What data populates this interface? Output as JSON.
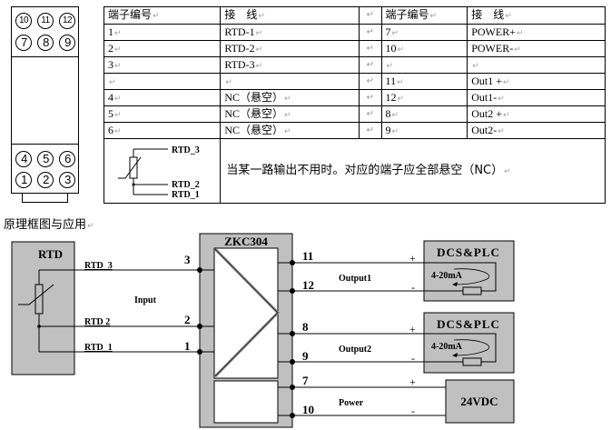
{
  "module": {
    "top_pins_row1": [
      "10",
      "11",
      "12"
    ],
    "top_pins_row2": [
      "7",
      "8",
      "9"
    ],
    "bottom_pins_row1": [
      "4",
      "5",
      "6"
    ],
    "bottom_pins_row2": [
      "1",
      "2",
      "3"
    ]
  },
  "table": {
    "headers": {
      "terminal_no": "端子编号",
      "wiring": "接　线"
    },
    "paragraph_mark": "↵",
    "rows": [
      {
        "left_no": "1",
        "left_wiring": "RTD-1",
        "right_no": "7",
        "right_wiring": "POWER+"
      },
      {
        "left_no": "2",
        "left_wiring": "RTD-2",
        "right_no": "10",
        "right_wiring": "POWER-"
      },
      {
        "left_no": "3",
        "left_wiring": "RTD-3",
        "right_no": "",
        "right_wiring": ""
      },
      {
        "left_no": "",
        "left_wiring": "",
        "right_no": "11",
        "right_wiring": "Out1 +"
      },
      {
        "left_no": "4",
        "left_wiring": "NC（悬空）",
        "right_no": "12",
        "right_wiring": "Out1-"
      },
      {
        "left_no": "5",
        "left_wiring": "NC（悬空）",
        "right_no": "8",
        "right_wiring": "Out2 +"
      },
      {
        "left_no": "6",
        "left_wiring": "NC（悬空）",
        "right_no": "9",
        "right_wiring": "Out2-"
      }
    ],
    "note_diagram_labels": {
      "rtd3": "RTD_3",
      "rtd2": "RTD_2",
      "rtd1": "RTD_1"
    },
    "note_text": "当某一路输出不用时。对应的端子应全部悬空（NC）"
  },
  "caption": "原理框图与应用",
  "diagram": {
    "rtd_box_label": "RTD",
    "device_label": "ZKC304",
    "input_label": "Input",
    "inputs": [
      {
        "wire": "RTD_3",
        "pin": "3"
      },
      {
        "wire": "RTD 2",
        "pin": "2"
      },
      {
        "wire": "RTD_1",
        "pin": "1"
      }
    ],
    "outputs": [
      {
        "pin_plus": "11",
        "pin_minus": "12",
        "label": "Output1",
        "target": "DCS&PLC",
        "signal": "4-20mA"
      },
      {
        "pin_plus": "8",
        "pin_minus": "9",
        "label": "Output2",
        "target": "DCS&PLC",
        "signal": "4-20mA"
      }
    ],
    "power": {
      "pin_plus": "7",
      "pin_minus": "10",
      "label": "Power",
      "source": "24VDC"
    },
    "plus_sign": "+",
    "minus_sign": "-"
  }
}
